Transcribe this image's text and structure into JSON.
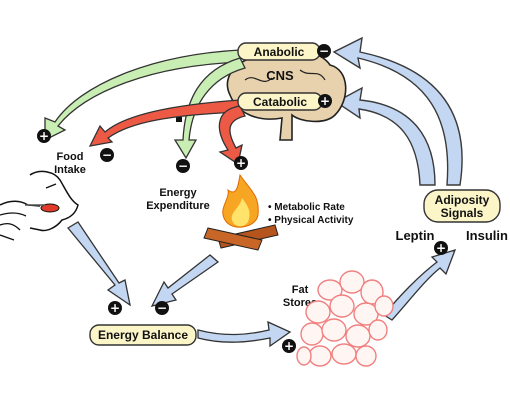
{
  "nodes": {
    "anabolic": "Anabolic",
    "cns": "CNS",
    "catabolic": "Catabolic",
    "food_intake_line1": "Food",
    "food_intake_line2": "Intake",
    "energy_expenditure_line1": "Energy",
    "energy_expenditure_line2": "Expenditure",
    "metabolic_rate": "• Metabolic Rate",
    "physical_activity": "• Physical Activity",
    "adiposity_line1": "Adiposity",
    "adiposity_line2": "Signals",
    "leptin": "Leptin",
    "insulin": "Insulin",
    "fat_stores_line1": "Fat",
    "fat_stores_line2": "Stores",
    "energy_balance": "Energy Balance"
  },
  "signs": {
    "plus": "+",
    "minus": "−"
  },
  "colors": {
    "pill_fill": "#fbf5c8",
    "pill_stroke": "#333333",
    "anabolic_arrow": "#c9eeb3",
    "catabolic_arrow": "#ec5a45",
    "flow_arrow": "#c3d7f2",
    "fat_cells": "#f08080",
    "brain": "#e8d2ad"
  }
}
